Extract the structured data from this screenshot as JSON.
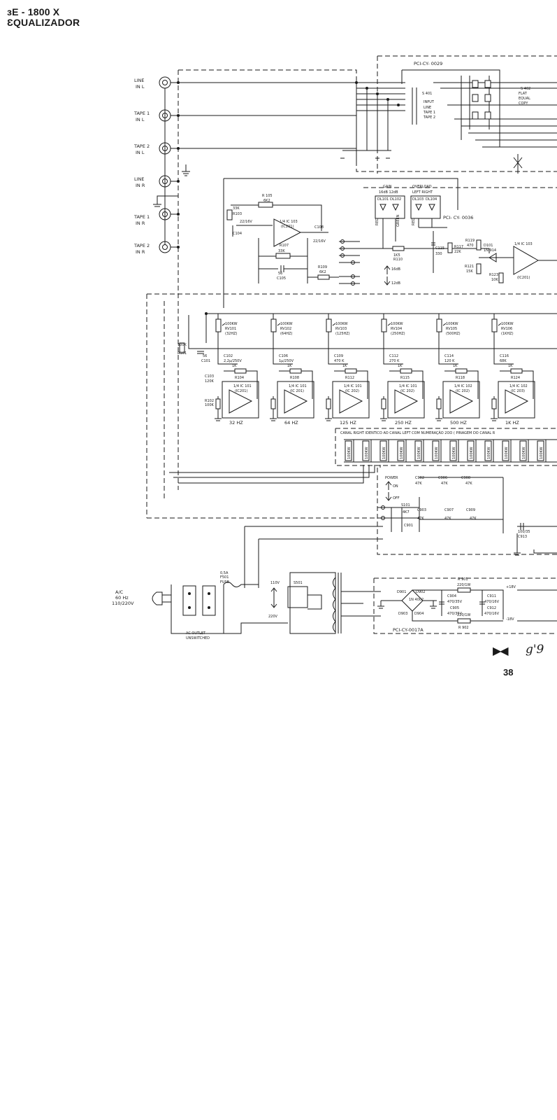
{
  "header": {
    "line1": "ɜE - 1800 X",
    "line2": "ƐQUALIZADOR"
  },
  "inputs": {
    "line_l": [
      "LINE",
      "IN L"
    ],
    "tape1_l": [
      "TAPE 1",
      "IN L"
    ],
    "tape2_l": [
      "TAPE 2",
      "IN L"
    ],
    "line_r": [
      "LINE",
      "IN R"
    ],
    "tape1_r": [
      "TAPE 1",
      "IN R"
    ],
    "tape2_r": [
      "TAPE 2",
      "IN R"
    ]
  },
  "boards": {
    "input_board": "PCI-CY- 0029",
    "led_board": "PCI- CY- 0036",
    "power_board": "PCI-CY-0017A"
  },
  "selector": {
    "switch": "S 401",
    "title": "INPUT",
    "options": [
      "LINE",
      "TAPE 1",
      "TAPE 2"
    ],
    "switch2": "S 402",
    "switch2_opts": [
      "FLAT",
      "EQUAL",
      "COPY"
    ]
  },
  "gain": {
    "title": "GAIN",
    "levels": "16dB 12dB",
    "leds": [
      "DL101",
      "DL102"
    ],
    "colors": [
      "RED",
      "GREEN"
    ],
    "arrow_up": "16dB",
    "arrow_down": "12dB"
  },
  "overload": {
    "title": "OVERLOAD",
    "channels": "LEFT RIGHT",
    "leds": [
      "DL103",
      "DL104"
    ],
    "color": "RED"
  },
  "preamp_parts": {
    "r105": "R 105",
    "r105v": "6K2",
    "r103": "R103",
    "r103v": "33K",
    "c104": "C104",
    "c104v": "22/16V",
    "ic": "1/4 IC 103",
    "ic2": "(IC201)",
    "c108": "C108",
    "c108v": "22/16V",
    "r107": "R107",
    "r107v": "33K",
    "c105": "C105",
    "c105v": "56",
    "r109": "R109",
    "r109v": "6K2",
    "r110": "R110",
    "r110v": "1K5",
    "c115": "C115",
    "c115v": "330",
    "r117": "R117",
    "r117v": "22K",
    "r119": "R119",
    "r119v": "470",
    "d101": "D101",
    "d101v": "1N 914",
    "r121": "R121",
    "r121v": "15K",
    "r123": "R123",
    "r123v": "10K",
    "ic_b": "1/4 IC 103",
    "ic_b2": "(IC201)"
  },
  "bands": [
    {
      "pot": "100KW",
      "rv": "RV101",
      "hz": "(32HZ)",
      "c": "C102",
      "cv": "2,2μ/250V",
      "r": "R104",
      "rv2": "1K",
      "label": "32 HZ",
      "ic": "1/4 IC 101",
      "ic2": "(IC201)"
    },
    {
      "pot": "100KW",
      "rv": "RV102",
      "hz": "(64HZ)",
      "c": "C106",
      "cv": "1μ/250V",
      "r": "R108",
      "rv2": "1K",
      "label": "64 HZ",
      "ic": "1/4 IC 101",
      "ic2": "(IC 201)"
    },
    {
      "pot": "100KW",
      "rv": "RV103",
      "hz": "(125HZ)",
      "c": "C109",
      "cv": "470 K",
      "r": "R112",
      "rv2": "1K",
      "label": "125 HZ",
      "ic": "1/4 IC 101",
      "ic2": "(IC 202)"
    },
    {
      "pot": "100KW",
      "rv": "RV104",
      "hz": "(250HZ)",
      "c": "C112",
      "cv": "270 K",
      "r": "R115",
      "rv2": "1K",
      "label": "250 HZ",
      "ic": "1/4 IC 101",
      "ic2": "(IC 202)"
    },
    {
      "pot": "100KW",
      "rv": "RV105",
      "hz": "(500HZ)",
      "c": "C114",
      "cv": "120 K",
      "r": "R118",
      "rv2": "1K",
      "label": "500 HZ",
      "ic": "1/4 IC 102",
      "ic2": "(IC 202)"
    },
    {
      "pot": "100KW",
      "rv": "RV106",
      "hz": "(1KHZ)",
      "c": "C116",
      "cv": "68K",
      "r": "R124",
      "rv2": "1K",
      "label": "1K HZ",
      "ic": "1/4 IC 102",
      "ic2": "(IC 203)"
    }
  ],
  "band_misc": {
    "r101": "R101",
    "r101v": "100K",
    "c101": "C101",
    "c101v": "56",
    "c103": "C103",
    "c103v": "120K",
    "r102": "R102",
    "r102v": "100K"
  },
  "right_channel_note": "CANAL RIGHT IDENTICO AO CANAL LEFT COM NUMERAÇÃO 2OO  ( PINAGEM DO CANAL R",
  "slider_values": [
    "100KW",
    "100KW",
    "100KW",
    "100KW",
    "100KW",
    "100KW",
    "100KW",
    "100KW",
    "100KW",
    "100KW",
    "100KW",
    "100KW"
  ],
  "power_switch": {
    "title": "POWER",
    "on": "ON",
    "off": "OFF",
    "sw": "S101"
  },
  "decoupling": {
    "caps": [
      "C902",
      "C906",
      "C908",
      "C903",
      "C907",
      "C909"
    ],
    "vals": [
      "47K",
      "47K",
      "47K",
      "47K",
      "47K",
      "47K"
    ],
    "r": "4K7",
    "c901": "C901",
    "c913": "C913",
    "c913v": "100/35"
  },
  "mains": {
    "fuse": "F501",
    "fuse_label": "FUSE",
    "fuse_val": "0,5A",
    "ac": [
      "A/C",
      "60 Hz",
      "110/220V"
    ],
    "outlets": [
      "AC OUTLET",
      "UNSWITCHED"
    ],
    "s501": "S501",
    "v110": "110V",
    "v220": "220V"
  },
  "power_supply": {
    "r901": "R 901",
    "r901v": "220/1W",
    "r902": "R 902",
    "r902v": "220/1W",
    "diodes": [
      "D901",
      "D902",
      "D903",
      "D904"
    ],
    "diode_type": "1N 4002",
    "c904": "C904",
    "c904v": "470/35V",
    "c905": "C905",
    "c905v": "470/35V",
    "c911": "C911",
    "c911v": "470/16V",
    "c912": "C912",
    "c912v": "470/16V",
    "pos": "+18V",
    "neg": "-18V"
  },
  "footer": {
    "symbol": "▶◀",
    "mark": "g'9",
    "page": "38"
  }
}
